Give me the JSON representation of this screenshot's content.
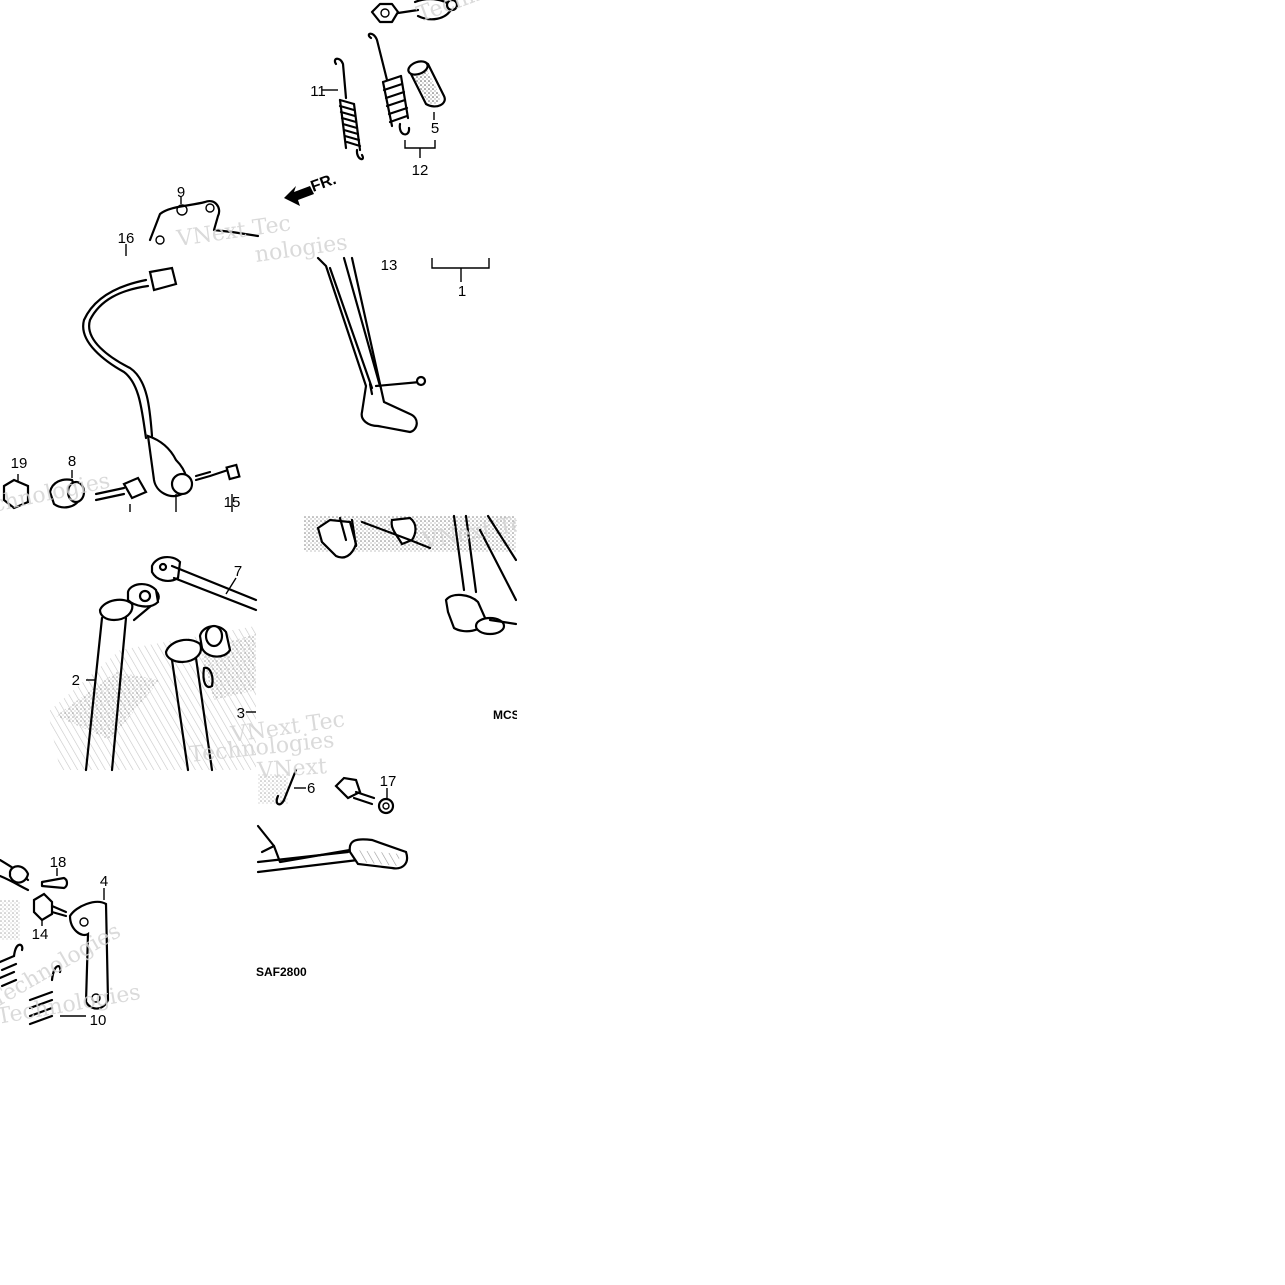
{
  "diagram": {
    "callouts": [
      {
        "id": "c1",
        "text": "1"
      },
      {
        "id": "c2",
        "text": "2"
      },
      {
        "id": "c3",
        "text": "3"
      },
      {
        "id": "c4",
        "text": "4"
      },
      {
        "id": "c5",
        "text": "5"
      },
      {
        "id": "c6",
        "text": "6"
      },
      {
        "id": "c7",
        "text": "7"
      },
      {
        "id": "c8",
        "text": "8"
      },
      {
        "id": "c9",
        "text": "9"
      },
      {
        "id": "c10",
        "text": "10"
      },
      {
        "id": "c11",
        "text": "11"
      },
      {
        "id": "c12",
        "text": "12"
      },
      {
        "id": "c13",
        "text": "13"
      },
      {
        "id": "c14",
        "text": "14"
      },
      {
        "id": "c15",
        "text": "15"
      },
      {
        "id": "c16",
        "text": "16"
      },
      {
        "id": "c17",
        "text": "17"
      },
      {
        "id": "c18",
        "text": "18"
      },
      {
        "id": "c19",
        "text": "19"
      }
    ],
    "direction_label": "FR.",
    "codes": {
      "left": "MCS",
      "bottom": "SAF2800"
    },
    "watermarks": [
      "Technologies",
      "VNext Tec",
      "nologies",
      "chnologies",
      "VNext Tec",
      "Technologies",
      "VNext Tec",
      "VNext",
      "Technologies",
      "Technologies"
    ]
  }
}
